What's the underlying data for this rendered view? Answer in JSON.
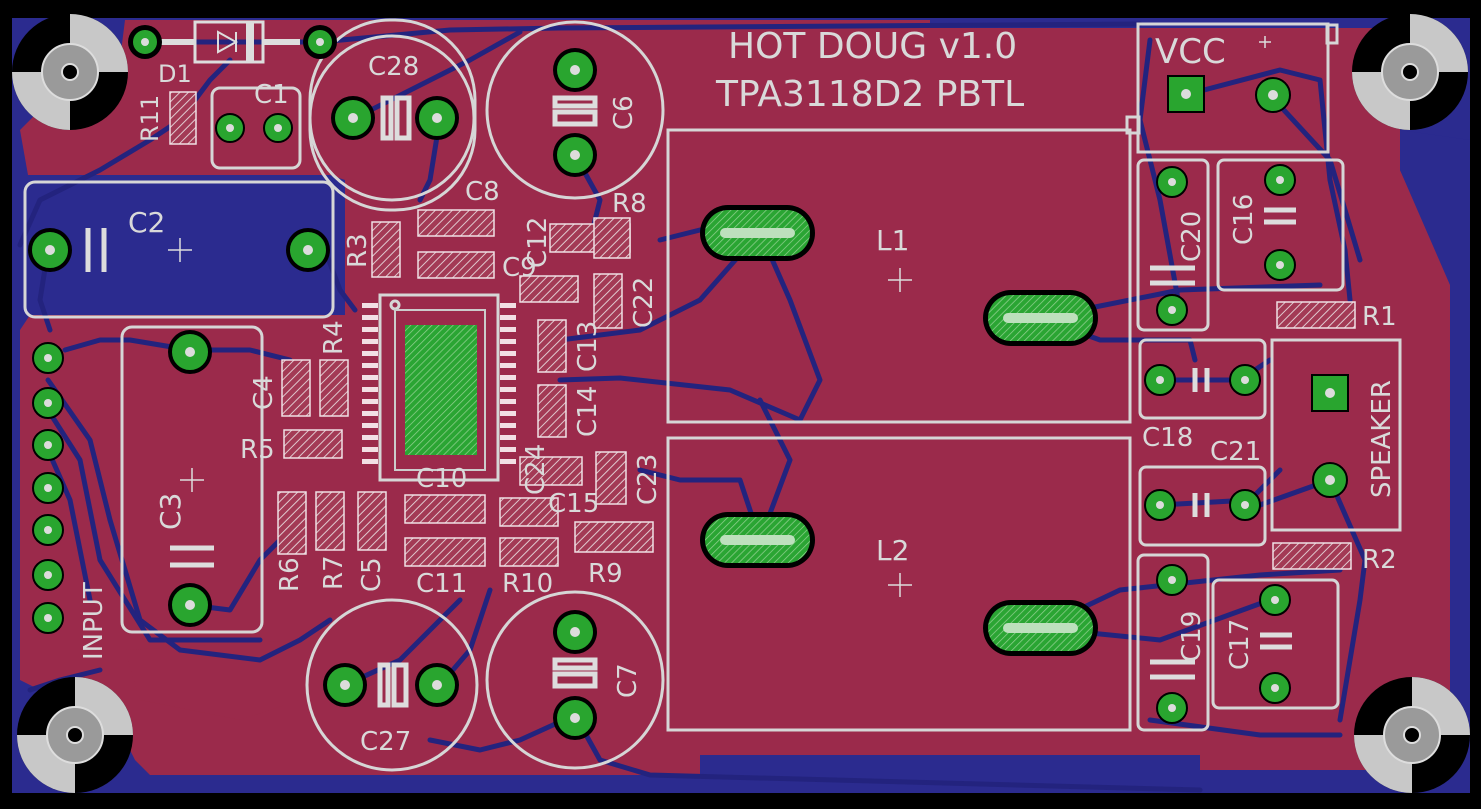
{
  "board": {
    "title_line1": "HOT DOUG v1.0",
    "title_line2": "TPA3118D2 PBTL",
    "colors": {
      "background": "#000000",
      "top_copper": "#9b2a4b",
      "bottom_copper": "#2b2b8f",
      "trace": "#23237e",
      "pad": "#29a52f",
      "silk": "#d6d6d6",
      "drill": "#c8c8c8"
    }
  },
  "labels": {
    "D1": "D1",
    "R11": "R11",
    "C1": "C1",
    "C28": "C28",
    "C6": "C6",
    "VCC": "VCC",
    "C2": "C2",
    "C8": "C8",
    "R3": "R3",
    "C12": "C12",
    "R8": "R8",
    "C9": "C9",
    "C22": "C22",
    "L1": "L1",
    "C20": "C20",
    "C16": "C16",
    "R1": "R1",
    "R4": "R4",
    "C4": "C4",
    "C13": "C13",
    "C14": "C14",
    "R5": "R5",
    "C18": "C18",
    "C21": "C21",
    "SPEAKER": "SPEAKER",
    "C3": "C3",
    "C10": "C10",
    "C24": "C24",
    "C23": "C23",
    "C15": "C15",
    "R6": "R6",
    "R7": "R7",
    "C5": "C5",
    "C11": "C11",
    "R10": "R10",
    "R9": "R9",
    "L2": "L2",
    "R2": "R2",
    "C19": "C19",
    "C17": "C17",
    "INPUT": "INPUT",
    "C27": "C27",
    "C7": "C7"
  }
}
